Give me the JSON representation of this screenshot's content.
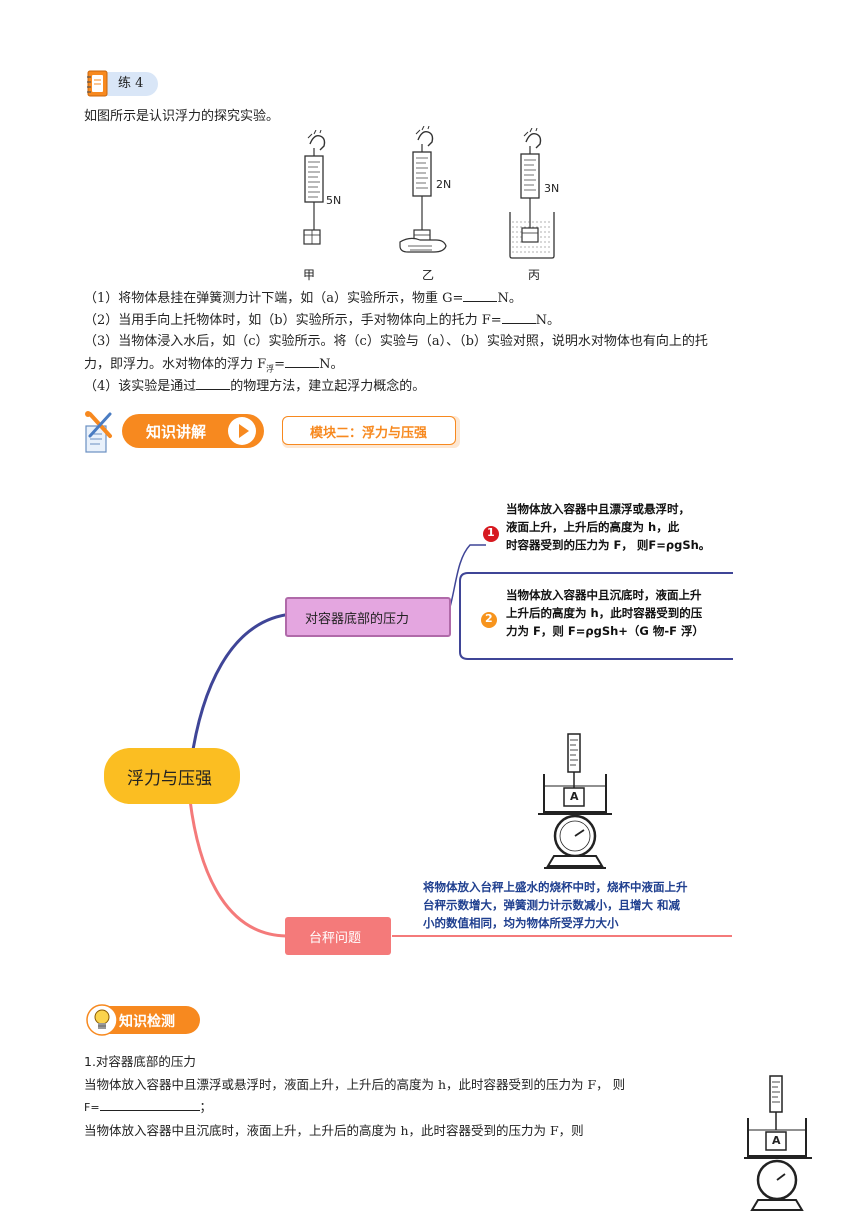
{
  "practice": {
    "tag": "练 4",
    "intro": "如图所示是认识浮力的探究实验。",
    "figures": [
      {
        "reading": "5N",
        "label": "甲"
      },
      {
        "reading": "2N",
        "label": "乙"
      },
      {
        "reading": "3N",
        "label": "丙"
      }
    ],
    "q1_before": "（1）将物体悬挂在弹簧测力计下端，如（a）实验所示，物重 G=",
    "q1_after": "N。",
    "q2_before": "（2）当用手向上托物体时，如（b）实验所示，手对物体向上的托力 F=",
    "q2_after": "N。",
    "q3_line1": "（3）当物体浸入水后，如（c）实验所示。将（c）实验与（a）、（b）实验对照，说明水对物体也有向上的托",
    "q3_line2_before": "力，即浮力。水对物体的浮力 F",
    "q3_sub": "浮",
    "q3_line2_mid": "=",
    "q3_line2_after": "N。",
    "q4_before": "（4）该实验是通过",
    "q4_after": "的物理方法，建立起浮力概念的。"
  },
  "banner": {
    "knowledge_label": "知识讲解",
    "module_title": "模块二：浮力与压强"
  },
  "mindmap": {
    "center": "浮力与压强",
    "branch1": "对容器底部的压力",
    "branch2": "台秤问题",
    "note1_num": "1",
    "note1_lines": [
      "当物体放入容器中且漂浮或悬浮时，",
      "液面上升，上升后的高度为 h，此",
      "时容器受到的压力为 F， 则F=ρgSh。"
    ],
    "note2_num": "2",
    "note2_lines": [
      "当物体放入容器中且沉底时，液面上升",
      "上升后的高度为 h，此时容器受到的压",
      "力为 F，则 F=ρgSh+（G 物-F 浮）"
    ],
    "note3_lines": [
      "将物体放入台秤上盛水的烧杯中时，烧杯中液面上升",
      "台秤示数增大，弹簧测力计示数减小，且增大   和减",
      "小的数值相同，均为物体所受浮力大小"
    ],
    "scale_label": "A"
  },
  "check": {
    "label": "知识检测",
    "heading": "1.对容器底部的压力",
    "line1": "当物体放入容器中且漂浮或悬浮时，液面上升，上升后的高度为  h，此时容器受到的压力为  F，    则",
    "line2_before": "F=",
    "line2_after": "；",
    "line3": "当物体放入容器中且沉底时，液面上升，上升后的高度为  h，此时容器受到的压力为  F，则",
    "scale_label": "A"
  },
  "colors": {
    "orange": "#f7891f",
    "branch_blue": "#3f4597",
    "branch_pink": "#f47a7a",
    "center_fill": "#fbbe22",
    "branch1_fill": "#e4a6e0",
    "branch2_fill": "#f47a7a",
    "note_red": "#d71920",
    "note_orange": "#f7941d",
    "note3_text": "#1f3f8f"
  }
}
